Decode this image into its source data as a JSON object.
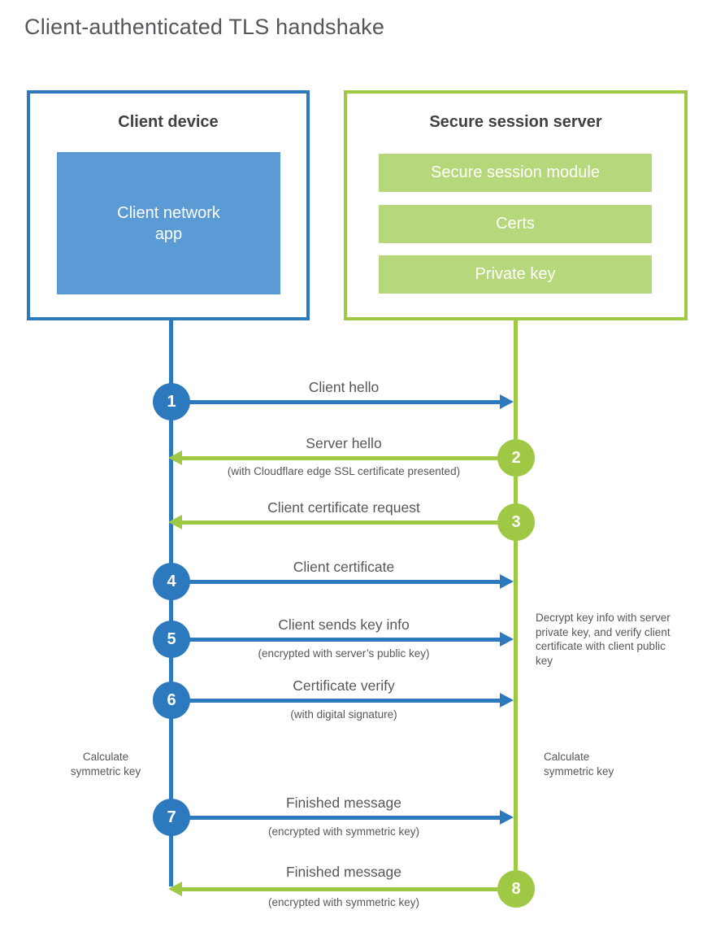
{
  "page": {
    "title": "Client-authenticated TLS handshake"
  },
  "client_box": {
    "title": "Client device",
    "app_label": "Client network app"
  },
  "server_box": {
    "title": "Secure session server",
    "modules": [
      "Secure session module",
      "Certs",
      "Private key"
    ]
  },
  "steps": [
    {
      "num": "1",
      "actor": "client",
      "direction": "right",
      "label": "Client hello",
      "sublabel": ""
    },
    {
      "num": "2",
      "actor": "server",
      "direction": "left",
      "label": "Server hello",
      "sublabel": "(with Cloudflare edge SSL certificate presented)"
    },
    {
      "num": "3",
      "actor": "server",
      "direction": "left",
      "label": "Client certificate request",
      "sublabel": ""
    },
    {
      "num": "4",
      "actor": "client",
      "direction": "right",
      "label": "Client certificate",
      "sublabel": ""
    },
    {
      "num": "5",
      "actor": "client",
      "direction": "right",
      "label": "Client sends key info",
      "sublabel": "(encrypted with server’s public key)"
    },
    {
      "num": "6",
      "actor": "client",
      "direction": "right",
      "label": "Certificate verify",
      "sublabel": "(with digital signature)"
    },
    {
      "num": "7",
      "actor": "client",
      "direction": "right",
      "label": "Finished message",
      "sublabel": "(encrypted with symmetric key)"
    },
    {
      "num": "8",
      "actor": "server",
      "direction": "left",
      "label": "Finished message",
      "sublabel": "(encrypted with symmetric key)"
    }
  ],
  "notes": {
    "decrypt": "Decrypt key info with server private key, and verify client certificate with client public key",
    "calc_left": "Calculate symmetric key",
    "calc_right": "Calculate symmetric key"
  },
  "colors": {
    "blue": "#2d79be",
    "blue_fill": "#5b9bd5",
    "green": "#9fc845",
    "green_fill": "#b6d87a",
    "text_gray": "#55575a",
    "title_gray": "#54565b",
    "heading": "#3f4145"
  }
}
